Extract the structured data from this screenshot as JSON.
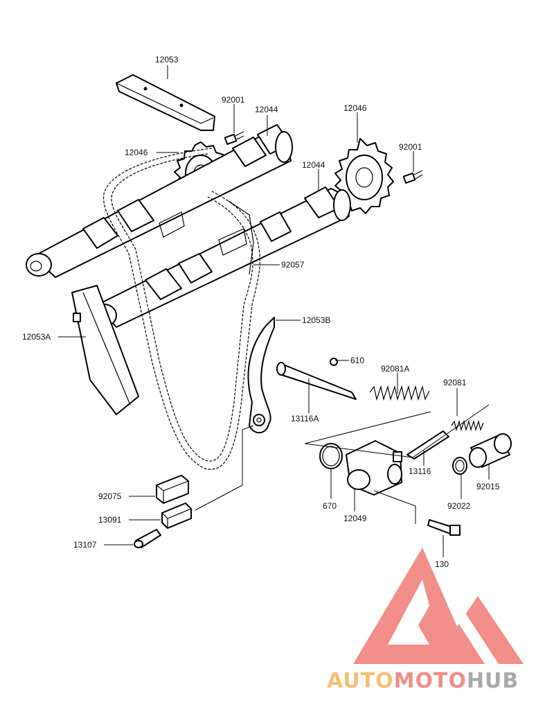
{
  "parts": [
    {
      "id": "p12053",
      "label": "12053"
    },
    {
      "id": "p92001a",
      "label": "92001"
    },
    {
      "id": "p12044a",
      "label": "12044"
    },
    {
      "id": "p12046a",
      "label": "12046"
    },
    {
      "id": "p12046b",
      "label": "12046"
    },
    {
      "id": "p92001b",
      "label": "92001"
    },
    {
      "id": "p12044b",
      "label": "12044"
    },
    {
      "id": "p92057",
      "label": "92057"
    },
    {
      "id": "p12053A",
      "label": "12053A"
    },
    {
      "id": "p12053B",
      "label": "12053B"
    },
    {
      "id": "p610",
      "label": "610"
    },
    {
      "id": "p92081A",
      "label": "92081A"
    },
    {
      "id": "p13116A",
      "label": "13116A"
    },
    {
      "id": "p92081",
      "label": "92081"
    },
    {
      "id": "p13116",
      "label": "13116"
    },
    {
      "id": "p670",
      "label": "670"
    },
    {
      "id": "p12049",
      "label": "12049"
    },
    {
      "id": "p92015",
      "label": "92015"
    },
    {
      "id": "p92022",
      "label": "92022"
    },
    {
      "id": "p92075",
      "label": "92075"
    },
    {
      "id": "p13091",
      "label": "13091"
    },
    {
      "id": "p13107",
      "label": "13107"
    },
    {
      "id": "p130",
      "label": "130"
    }
  ],
  "watermark": {
    "text_auto": "AUTO",
    "text_moto": "MOTO",
    "text_hub": "HUB",
    "color_orange": "#f5b55a",
    "color_red": "#ef7b76",
    "color_gray": "#9a9a9a"
  }
}
